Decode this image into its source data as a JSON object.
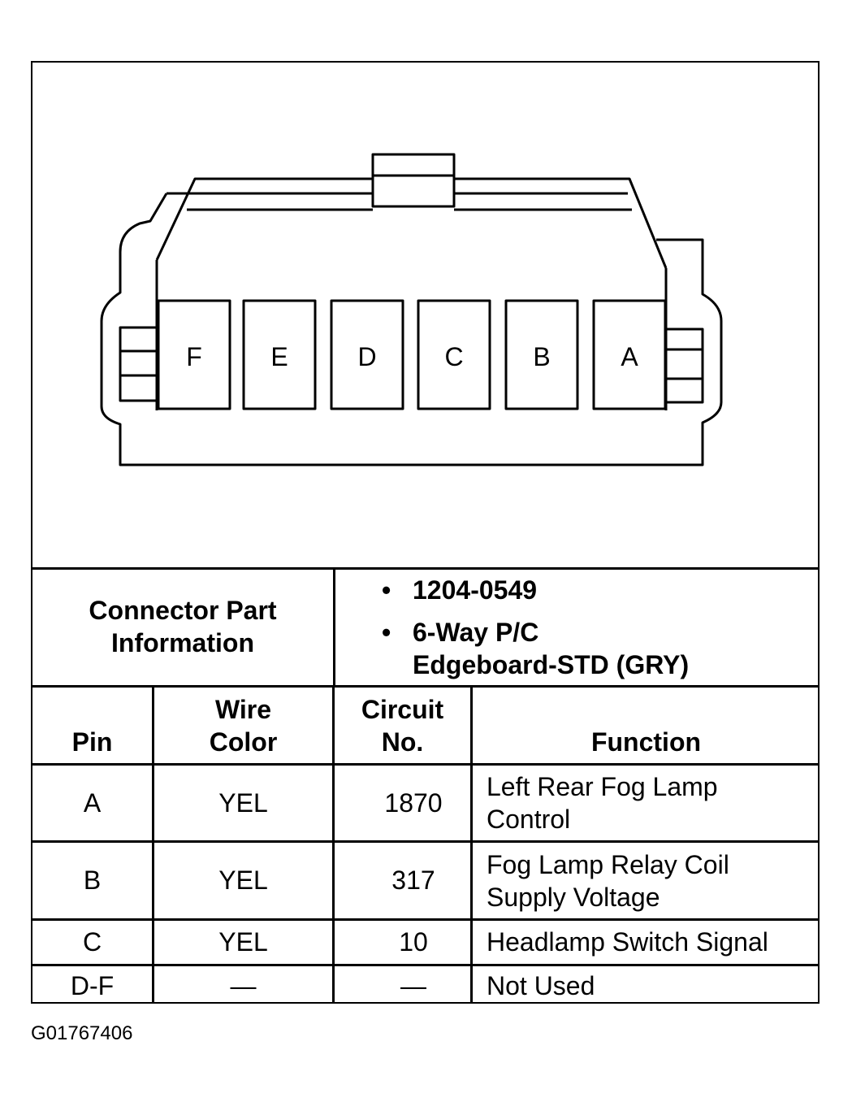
{
  "connector": {
    "pins": [
      "F",
      "E",
      "D",
      "C",
      "B",
      "A"
    ]
  },
  "part_info": {
    "label": "Connector Part Information",
    "label_line1": "Connector Part",
    "label_line2": "Information",
    "items": [
      {
        "bullet": "•",
        "lines": [
          "1204-0549"
        ]
      },
      {
        "bullet": "•",
        "lines": [
          "6-Way P/C",
          "Edgeboard-STD (GRY)"
        ]
      }
    ]
  },
  "table": {
    "headers": {
      "pin": "Pin",
      "wire_color_1": "Wire",
      "wire_color_2": "Color",
      "circuit_1": "Circuit",
      "circuit_2": "No.",
      "function": "Function"
    },
    "rows": [
      {
        "pin": "A",
        "color": "YEL",
        "circuit": "1870",
        "function_1": "Left Rear Fog Lamp",
        "function_2": "Control"
      },
      {
        "pin": "B",
        "color": "YEL",
        "circuit": "317",
        "function_1": "Fog Lamp Relay Coil",
        "function_2": "Supply Voltage"
      },
      {
        "pin": "C",
        "color": "YEL",
        "circuit": "10",
        "function_1": "Headlamp Switch Signal",
        "function_2": ""
      },
      {
        "pin": "D-F",
        "color": "—",
        "circuit": "—",
        "function_1": "Not Used",
        "function_2": ""
      }
    ]
  },
  "figure_code": "G01767406"
}
